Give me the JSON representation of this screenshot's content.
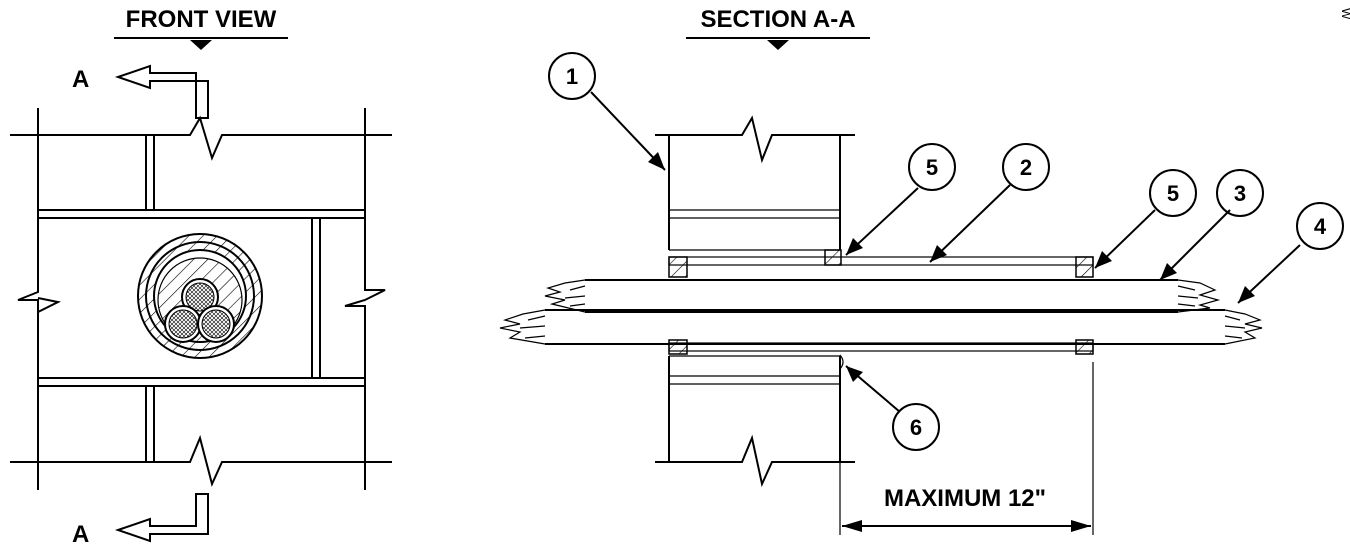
{
  "front_view": {
    "title": "FRONT VIEW",
    "section_label_top": "A",
    "section_label_bottom": "A"
  },
  "section_view": {
    "title": "SECTION A-A",
    "dimension_label": "MAXIMUM 12\"",
    "callouts": [
      {
        "id": "1",
        "target": "wall"
      },
      {
        "id": "2",
        "target": "sleeve"
      },
      {
        "id": "3",
        "target": "cable"
      },
      {
        "id": "4",
        "target": "cable-end"
      },
      {
        "id": "5",
        "target": "sealant-left"
      },
      {
        "id": "5",
        "target": "sealant-right"
      },
      {
        "id": "6",
        "target": "fill-material"
      }
    ]
  },
  "edge_text": "W"
}
